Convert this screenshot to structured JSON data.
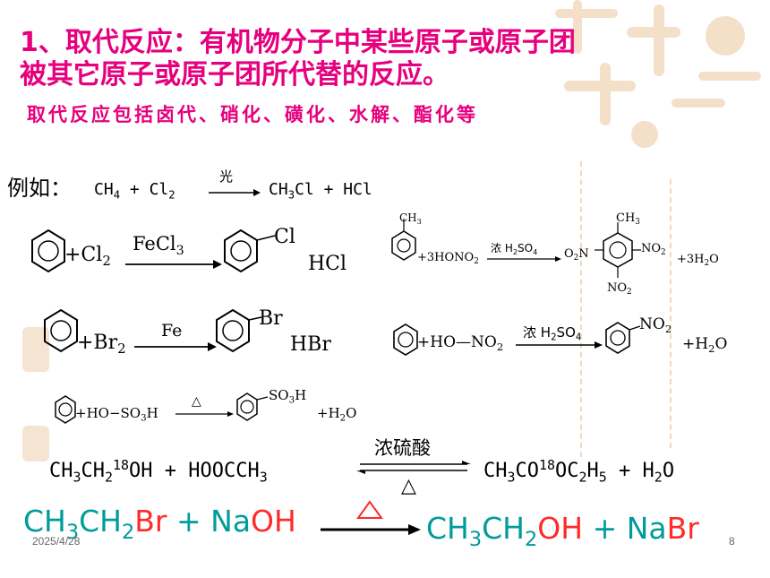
{
  "title": {
    "line1": "1、取代反应：有机物分子中某些原子或原子团",
    "line2": "被其它原子或原子团所代替的反应。"
  },
  "subtitle": "取代反应包括卤代、硝化、磺化、水解、酯化等",
  "example_label": "例如：",
  "rxn1": {
    "reactants": "CH4 + Cl2",
    "condition": "光",
    "products": "CH3Cl + HCl"
  },
  "rxn2": {
    "reagent": "Cl2",
    "catalyst": "FeCl3",
    "substituent": "Cl",
    "byproduct": "HCl"
  },
  "rxn3": {
    "methyl": "CH3",
    "reagent": "+3HONO2",
    "condition": "浓 H2SO4",
    "no2": "NO2",
    "byproduct": "+3H2O"
  },
  "rxn4": {
    "reagent": "Br2",
    "catalyst": "Fe",
    "substituent": "Br",
    "byproduct": "HBr"
  },
  "rxn5": {
    "reagent": "+HO—NO2",
    "condition": "浓 H2SO4",
    "substituent": "NO2",
    "byproduct": "+H2O"
  },
  "rxn6": {
    "reagent": "+HO—SO3H",
    "condition": "△",
    "substituent": "SO3H",
    "byproduct": "+H2O"
  },
  "rxn7": {
    "left": "CH3CH2 18OH + HOOCCH3",
    "condition_top": "浓硫酸",
    "condition_bottom": "△",
    "right": "CH3CO18OC2H5 + H2O"
  },
  "rxn8": {
    "left": "CH3CH2Br + NaOH",
    "condition": "△",
    "right": "CH3CH2OH + NaBr"
  },
  "footer": {
    "date": "2025/4/28",
    "page": "8"
  },
  "colors": {
    "title": "#e6007e",
    "teal": "#009b9b",
    "red": "#ff2a2a"
  }
}
